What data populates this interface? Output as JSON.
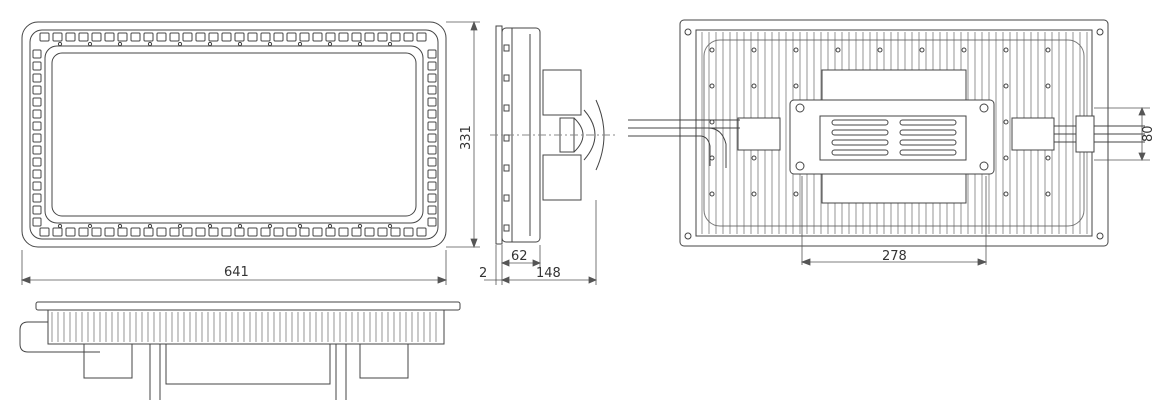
{
  "dimensions": {
    "width_641": "641",
    "height_331": "331",
    "depth_2": "2",
    "depth_62": "62",
    "depth_148": "148",
    "bracket_278": "278",
    "bracket_80": "80"
  },
  "colors": {
    "line": "#444444",
    "light": "#888888",
    "bg": "#ffffff"
  }
}
